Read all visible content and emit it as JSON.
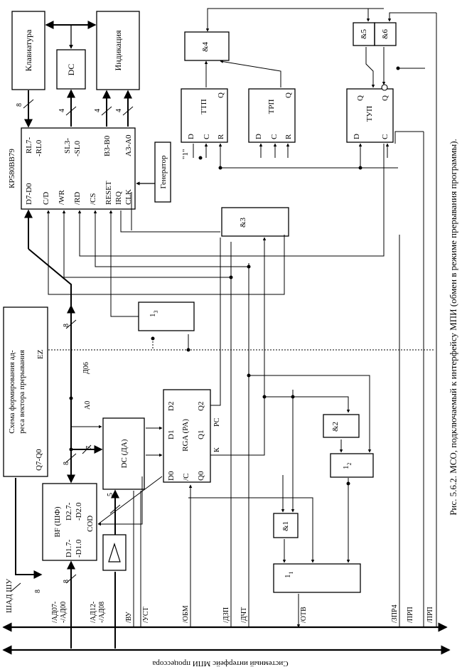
{
  "caption": "Рис. 5.6.2. МСО, подключаемый к интерфейсу МПИ (обмен в режиме прерывания программы).",
  "bus": {
    "system_label": "Системный интерфейс МПИ процессора",
    "shad_label": "ШАД ШУ",
    "signals": {
      "ad07": "/АД07-",
      "ad00": "-/АД00",
      "ad12": "/АД12-",
      "ad08": "-/АД08",
      "vu": "/ВУ",
      "ust": "/УСТ",
      "obm": "/ОБМ",
      "dzp": "/ДЗП",
      "dcht": "/ДЧТ",
      "otv": "/ОТВ",
      "zpr4": "/ЗПР4",
      "prp1": "/ПРП",
      "prp2": "/ПРП"
    }
  },
  "blocks": {
    "keyboard": "Клавиатура",
    "dc_small": "DC",
    "indication": "Индикация",
    "chip": "КР580ВВ79",
    "chip_left": [
      "D7-D0",
      "C/D",
      "/WR",
      "/RD",
      "/CS",
      "RESET",
      "IRQ",
      "CLK"
    ],
    "chip_right": [
      "RL7-",
      "-RL0",
      "SL3-",
      "-SL0",
      "B3-B0",
      "A3-A0"
    ],
    "generator": "Генератор",
    "ttp": {
      "name": "ТТП",
      "pins": [
        "D",
        "C",
        "R",
        "Q"
      ]
    },
    "trp": {
      "name": "ТРП",
      "pins": [
        "D",
        "C",
        "R",
        "Q"
      ]
    },
    "tup": {
      "name": "ТУП",
      "pins": [
        "D",
        "C",
        "Q",
        "Q"
      ]
    },
    "and4": "&4",
    "and5": "&5",
    "and6": "&6",
    "and3": "&3",
    "and2": "&2",
    "and1": "&1",
    "or3": "1",
    "or3_sub": "3",
    "or2": "1",
    "or2_sub": "2",
    "or1": "1",
    "or1_sub": "1",
    "vector1": "Схема формирования ад-",
    "vector2": "реса вектора прерывания",
    "vector_out": "Q7-Q0",
    "ez": "EZ",
    "bf_title": "BF (ШФ)",
    "bf_pins": [
      "D1.7-",
      "-D1.0",
      "D2.7-",
      "-D2.0",
      "COD"
    ],
    "dcda": "DC (ДА)",
    "rga": "RGA (PA)",
    "rga_pins": [
      "D0",
      "D1",
      "D2",
      "/C",
      "Q0",
      "Q1",
      "Q2"
    ],
    "triangle": "Δ",
    "one_label": "\"1\""
  },
  "labels": {
    "w8a": "8",
    "w8b": "8",
    "w8c": "8",
    "w8d": "8",
    "w8e": "8",
    "w4a": "4",
    "w4b": "4",
    "w4c": "4",
    "w7": "7",
    "w5": "5",
    "a0": "А0",
    "d06": "Д06",
    "pc": "РС",
    "k": "К"
  },
  "colors": {
    "line": "#000000",
    "bg": "#ffffff"
  }
}
